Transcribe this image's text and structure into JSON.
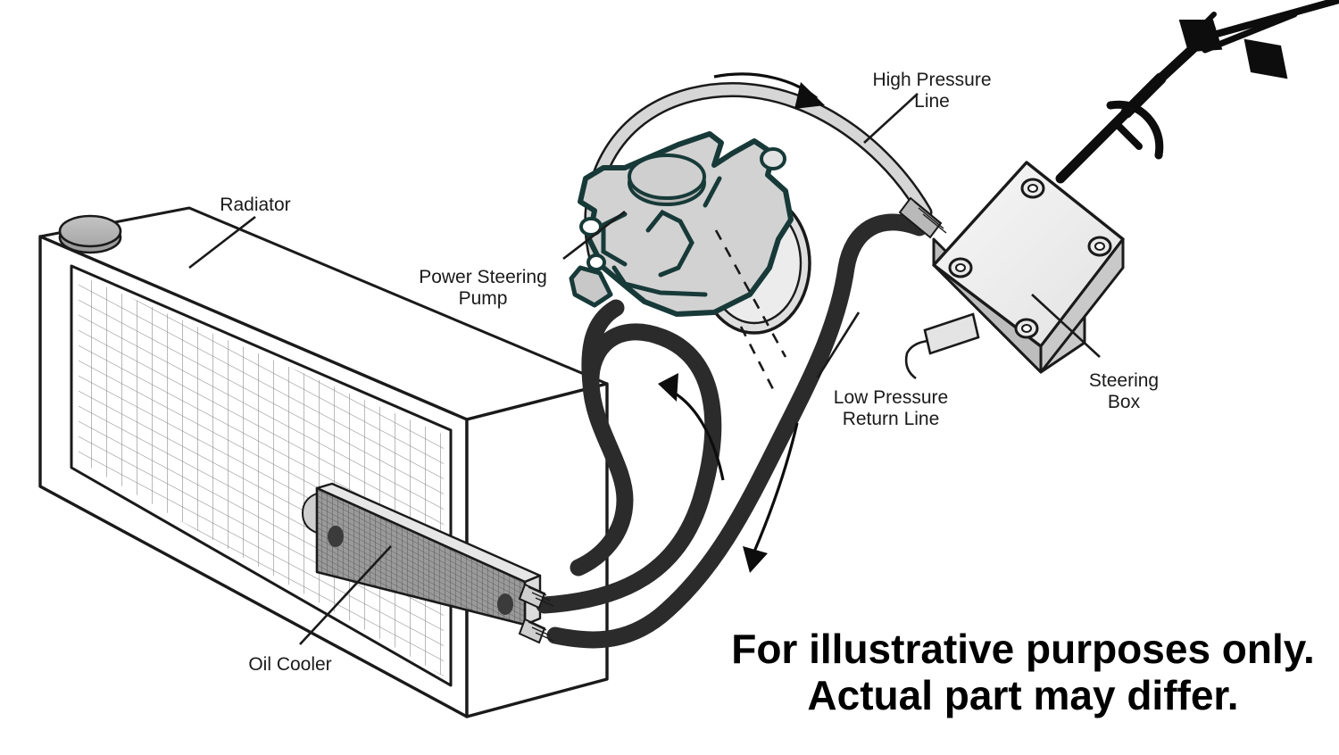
{
  "figure": {
    "title": "Power steering fluid circuit with oil cooler",
    "background_color": "#ffffff"
  },
  "labels": {
    "radiator": "Radiator",
    "power_steering_pump_line1": "Power Steering",
    "power_steering_pump_line2": "Pump",
    "high_pressure_line1": "High Pressure",
    "high_pressure_line2": "Line",
    "low_pressure_line1": "Low Pressure",
    "low_pressure_line2": "Return Line",
    "steering_box_line1": "Steering",
    "steering_box_line2": "Box",
    "oil_cooler": "Oil Cooler"
  },
  "disclaimer": {
    "line1": "For illustrative purposes only.",
    "line2": "Actual part may differ."
  },
  "colors": {
    "outline": "#1a1a1a",
    "hose_black": "#2b2b2b",
    "hose_gray_fill": "#d6d6d6",
    "pump_body": "#d2d2d2",
    "pulley_face": "#ececec",
    "steering_box_top": "#f2f2f2",
    "steering_box_side": "#c9c9c9",
    "oil_cooler_fill": "#9a9a9a",
    "radiator_cap": "#b5b5b5",
    "grid_line": "#8d8d8d",
    "label_text": "#1a1a1a"
  },
  "components": [
    {
      "name": "radiator",
      "label": "Radiator",
      "type": "isometric-box-with-core-grid"
    },
    {
      "name": "radiator-cap",
      "label": "",
      "type": "ellipse-cap"
    },
    {
      "name": "oil-cooler",
      "label": "Oil Cooler",
      "type": "hatched-slab"
    },
    {
      "name": "power-steering-pump",
      "label": "Power Steering Pump",
      "type": "cast-body-with-pulley"
    },
    {
      "name": "steering-box",
      "label": "Steering Box",
      "type": "rotated-square-box"
    },
    {
      "name": "steering-shaft",
      "label": "",
      "type": "shaft-with-u-joints"
    },
    {
      "name": "high-pressure-line",
      "label": "High Pressure Line",
      "type": "gray-tube"
    },
    {
      "name": "low-pressure-return-line",
      "label": "Low Pressure Return Line",
      "type": "black-hose"
    }
  ],
  "flow_arrows": [
    {
      "name": "high-pressure-flow-arrow",
      "direction": "pump-to-steering-box"
    },
    {
      "name": "return-flow-arrow-to-pump",
      "direction": "cooler-to-pump"
    },
    {
      "name": "return-flow-arrow-from-box",
      "direction": "steering-box-to-cooler"
    }
  ]
}
